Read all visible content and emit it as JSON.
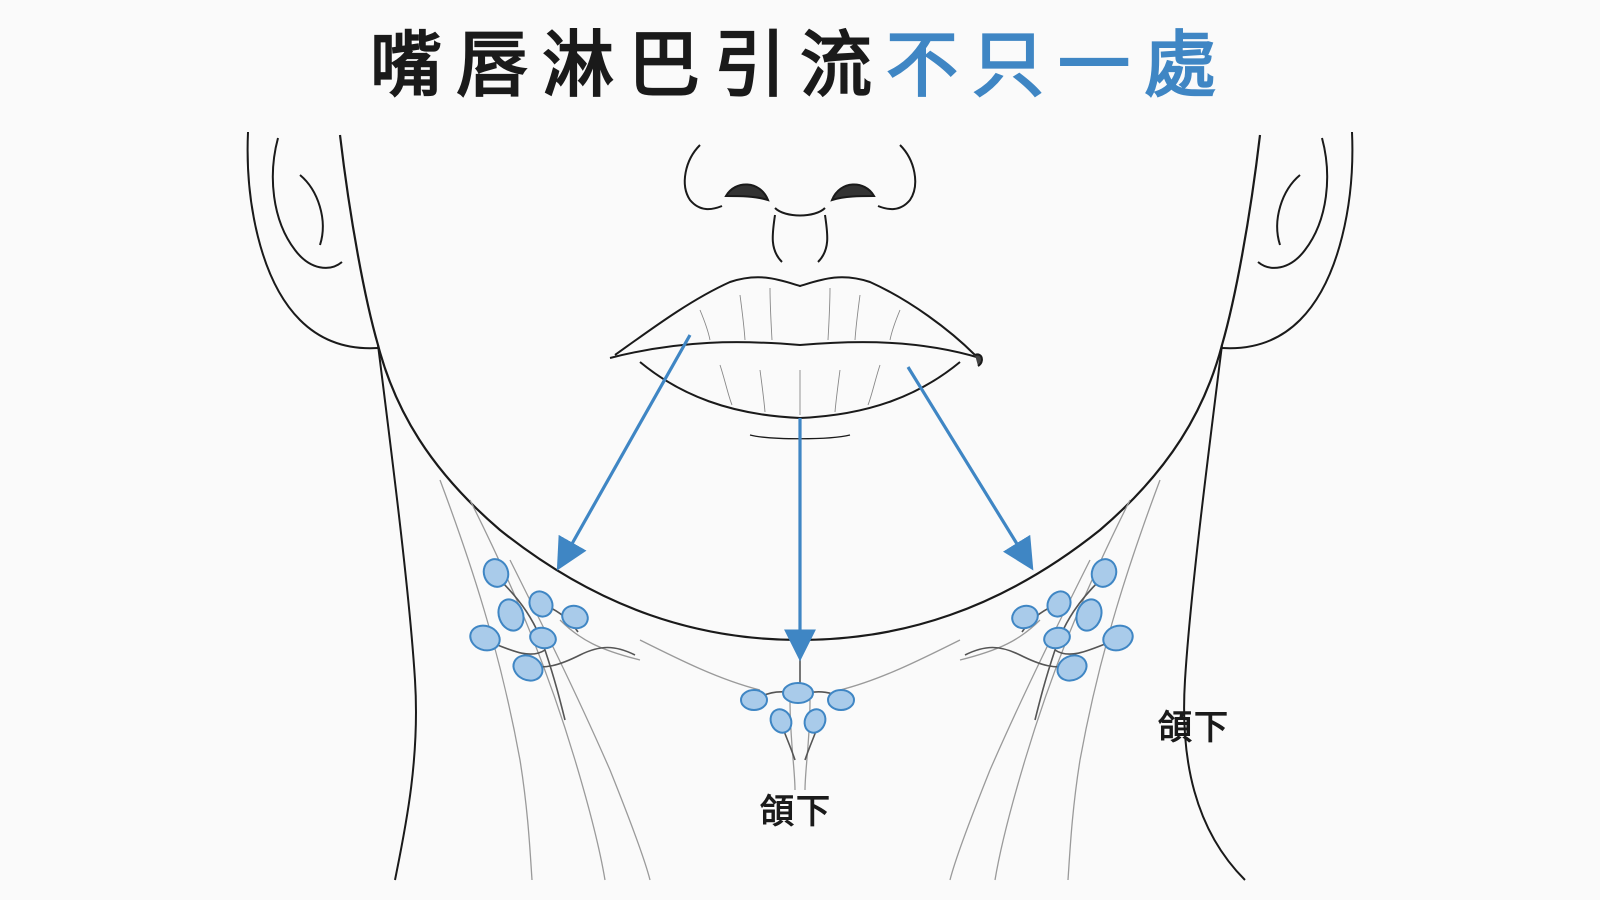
{
  "title": {
    "part1": "嘴唇淋巴引流",
    "part2": "不只一處"
  },
  "labels": {
    "center": "頜下",
    "right": "頜下"
  },
  "colors": {
    "title_text": "#1a1a1a",
    "accent_blue": "#3f86c4",
    "node_fill": "#a9cbea",
    "node_stroke": "#3f86c4",
    "line_art": "#1a1a1a",
    "background": "#fafafa"
  }
}
